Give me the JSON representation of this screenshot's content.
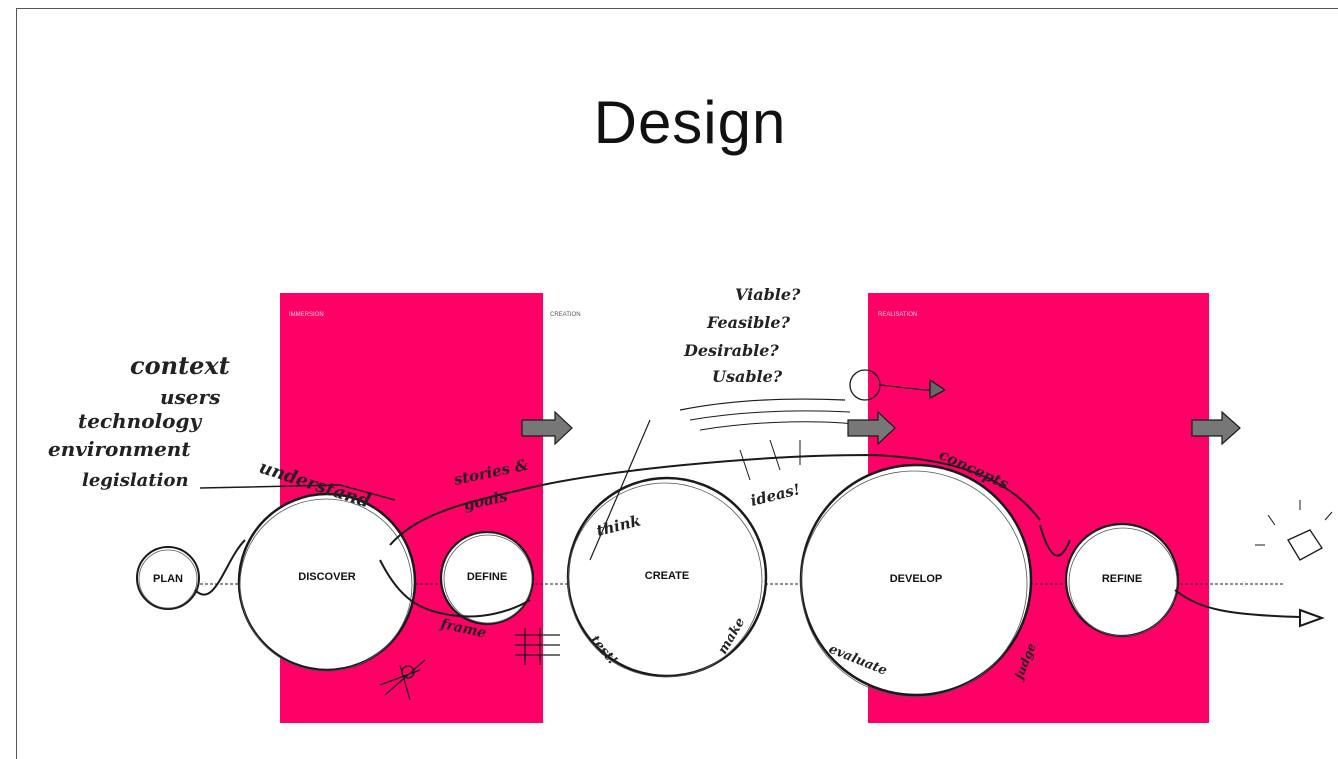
{
  "slide": {
    "title": "Design"
  },
  "colors": {
    "phase_fill": "#ff0066",
    "ink": "#1a1a1a"
  },
  "phases": [
    {
      "id": "immersion",
      "label": "IMMERSION"
    },
    {
      "id": "creation",
      "label": "CREATION"
    },
    {
      "id": "realisation",
      "label": "REALISATION"
    }
  ],
  "nodes": [
    {
      "id": "plan",
      "label": "PLAN"
    },
    {
      "id": "discover",
      "label": "DISCOVER"
    },
    {
      "id": "define",
      "label": "DEFINE"
    },
    {
      "id": "create",
      "label": "CREATE"
    },
    {
      "id": "develop",
      "label": "DEVELOP"
    },
    {
      "id": "refine",
      "label": "REFINE"
    }
  ],
  "inputs": [
    "context",
    "users",
    "technology",
    "environment",
    "legislation"
  ],
  "questions": [
    "Viable?",
    "Feasible?",
    "Desirable?",
    "Usable?"
  ],
  "annotations": {
    "understand": "understand",
    "stories": "stories &",
    "goals": "goals",
    "frame": "frame",
    "think": "think",
    "ideas": "ideas!",
    "test": "test!",
    "make": "make",
    "concepts": "concepts",
    "evaluate": "evaluate",
    "judge": "judge"
  }
}
